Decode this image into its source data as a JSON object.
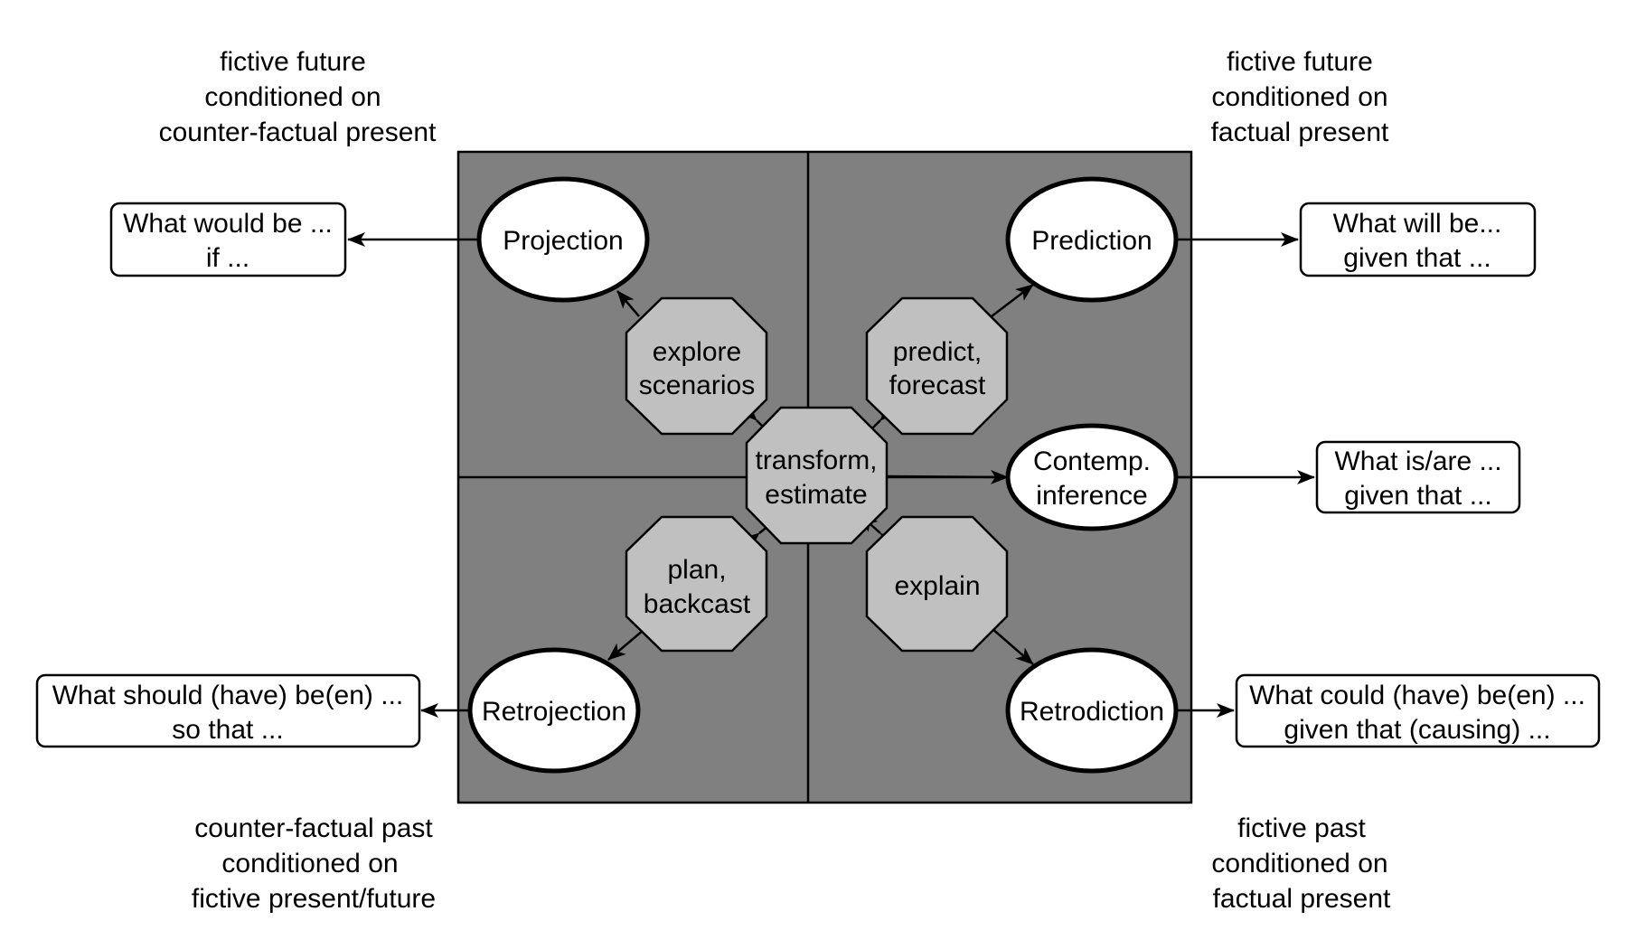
{
  "colors": {
    "quadrant_fill": "#808080",
    "octagon_fill": "#c0c0c0",
    "ellipse_fill": "#ffffff",
    "box_fill": "#ffffff",
    "stroke": "#000000"
  },
  "captions": {
    "top_left": [
      "fictive future",
      "conditioned on",
      "counter-factual present"
    ],
    "top_right": [
      "fictive future",
      "conditioned on",
      "factual present"
    ],
    "bottom_left": [
      "counter-factual past",
      "conditioned on",
      "fictive present/future"
    ],
    "bottom_right": [
      "fictive past",
      "conditioned on",
      "factual present"
    ]
  },
  "ellipses": {
    "projection": "Projection",
    "prediction": "Prediction",
    "contemp": [
      "Contemp.",
      "inference"
    ],
    "retrojection": "Retrojection",
    "retrodiction": "Retrodiction"
  },
  "octagons": {
    "explore": [
      "explore",
      "scenarios"
    ],
    "predict": [
      "predict,",
      "forecast"
    ],
    "transform": [
      "transform,",
      "estimate"
    ],
    "plan": [
      "plan,",
      "backcast"
    ],
    "explain": [
      "explain"
    ]
  },
  "boxes": {
    "projection": [
      "What would be ...",
      "if ..."
    ],
    "prediction": [
      "What will be...",
      "given that ..."
    ],
    "contemp": [
      "What is/are ...",
      "given that ..."
    ],
    "retrojection": [
      "What should (have) be(en) ...",
      "so that ..."
    ],
    "retrodiction": [
      "What could (have) be(en) ...",
      "given that (causing) ..."
    ]
  }
}
